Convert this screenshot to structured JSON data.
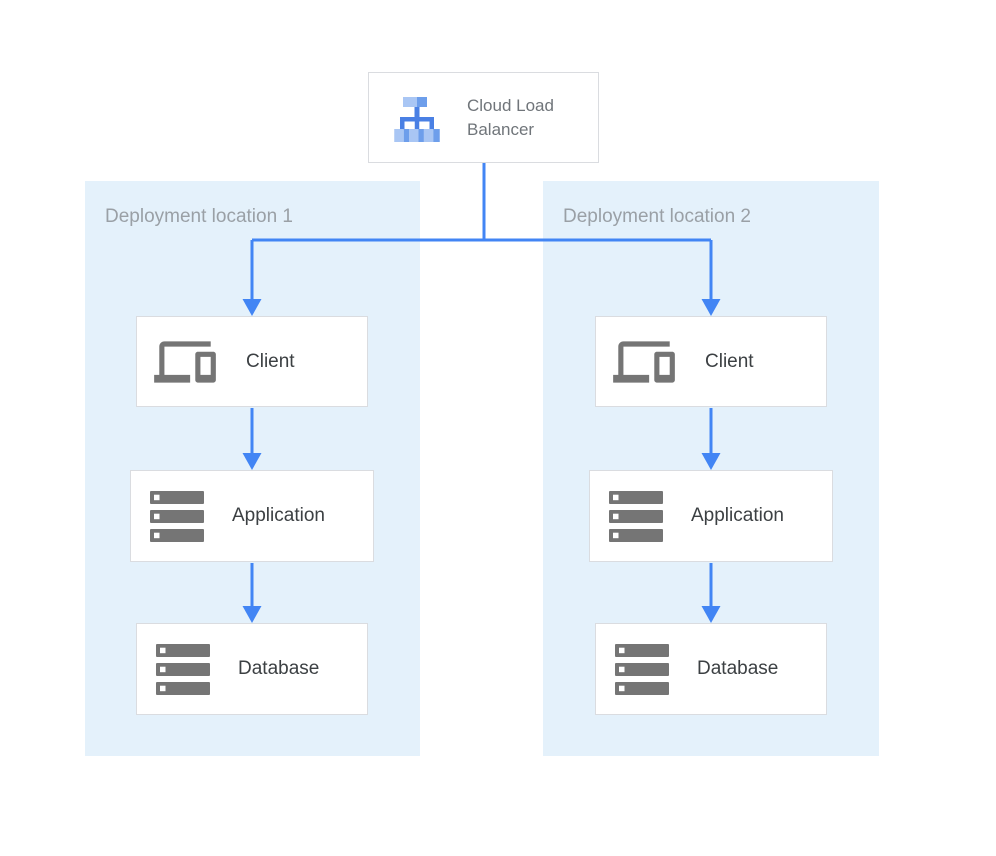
{
  "load_balancer": {
    "label": "Cloud Load Balancer",
    "icon": "cloud-load-balancer-icon"
  },
  "locations": [
    {
      "label": "Deployment location 1",
      "nodes": [
        {
          "label": "Client",
          "icon": "devices-icon"
        },
        {
          "label": "Application",
          "icon": "servers-icon"
        },
        {
          "label": "Database",
          "icon": "servers-icon"
        }
      ]
    },
    {
      "label": "Deployment location 2",
      "nodes": [
        {
          "label": "Client",
          "icon": "devices-icon"
        },
        {
          "label": "Application",
          "icon": "servers-icon"
        },
        {
          "label": "Database",
          "icon": "servers-icon"
        }
      ]
    }
  ],
  "colors": {
    "connector": "#4285F4",
    "panel_background": "#E4F1FB",
    "node_background": "#FFFFFF",
    "node_border": "#DADCE0",
    "panel_label_text": "#9AA0A6",
    "node_label_text": "#3C4043",
    "lb_label_text": "#70757A",
    "icon_gray": "#757575",
    "lb_icon_light": "#A9C6F4",
    "lb_icon_medium": "#6D9EEB",
    "lb_icon_strong": "#4A80E4"
  }
}
